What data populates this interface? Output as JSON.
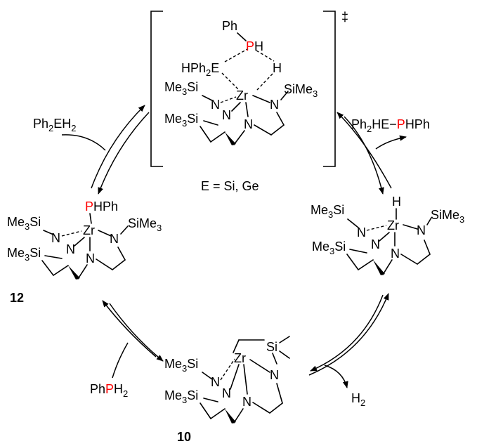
{
  "colors": {
    "phosphorus": "#ff0000",
    "ink": "#000000"
  },
  "ts": {
    "ph": "Ph",
    "p": "P",
    "h_on_p": "H",
    "hph2e": "HPh",
    "hph2e_sub": "2",
    "hph2e_e": "E",
    "h_on_zr": "H",
    "me3si_upper": "Me",
    "me3si_upper_sub": "3",
    "me3si_upper_si": "Si",
    "zr": "Zr",
    "n_left": "N",
    "n_right": "N",
    "sime3": "SiMe",
    "sime3_sub": "3",
    "me3si_lower": "Me",
    "me3si_lower_sub": "3",
    "me3si_lower_si": "Si",
    "n_center": "N",
    "n_bottom": "N",
    "dagger": "‡",
    "e_note": "E = Si, Ge"
  },
  "reagent_left": {
    "ph": "Ph",
    "sub1": "2",
    "eh": "EH",
    "sub2": "2"
  },
  "product_right": {
    "ph": "Ph",
    "sub": "2",
    "he": "HE",
    "bond": "−",
    "p": "P",
    "hph": "HPh"
  },
  "left_complex": {
    "p": "P",
    "hph": "HPh",
    "me3si_upper": "Me",
    "sub_u": "3",
    "si_u": "Si",
    "zr": "Zr",
    "n_left": "N",
    "n_right": "N",
    "sime3": "SiMe",
    "sub_r": "3",
    "me3si_lower": "Me",
    "sub_l": "3",
    "si_l": "Si",
    "n_center": "N",
    "n_bottom": "N",
    "label": "12"
  },
  "right_complex": {
    "h": "H",
    "me3si_upper": "Me",
    "sub_u": "3",
    "si_u": "Si",
    "zr": "Zr",
    "n_left": "N",
    "n_right": "N",
    "sime3": "SiMe",
    "sub_r": "3",
    "me3si_lower": "Me",
    "sub_l": "3",
    "si_l": "Si",
    "n_center": "N",
    "n_bottom": "N"
  },
  "bottom_complex": {
    "si_ring": "Si",
    "me3si_upper": "Me",
    "sub_u": "3",
    "si_u": "Si",
    "zr": "Zr",
    "n_left": "N",
    "n_right": "N",
    "me3si_lower": "Me",
    "sub_l": "3",
    "si_l": "Si",
    "n_center": "N",
    "n_bottom": "N",
    "label": "10"
  },
  "reagent_bottom": {
    "ph": "Ph",
    "p": "P",
    "h": "H",
    "sub": "2"
  },
  "h2": {
    "h": "H",
    "sub": "2"
  }
}
